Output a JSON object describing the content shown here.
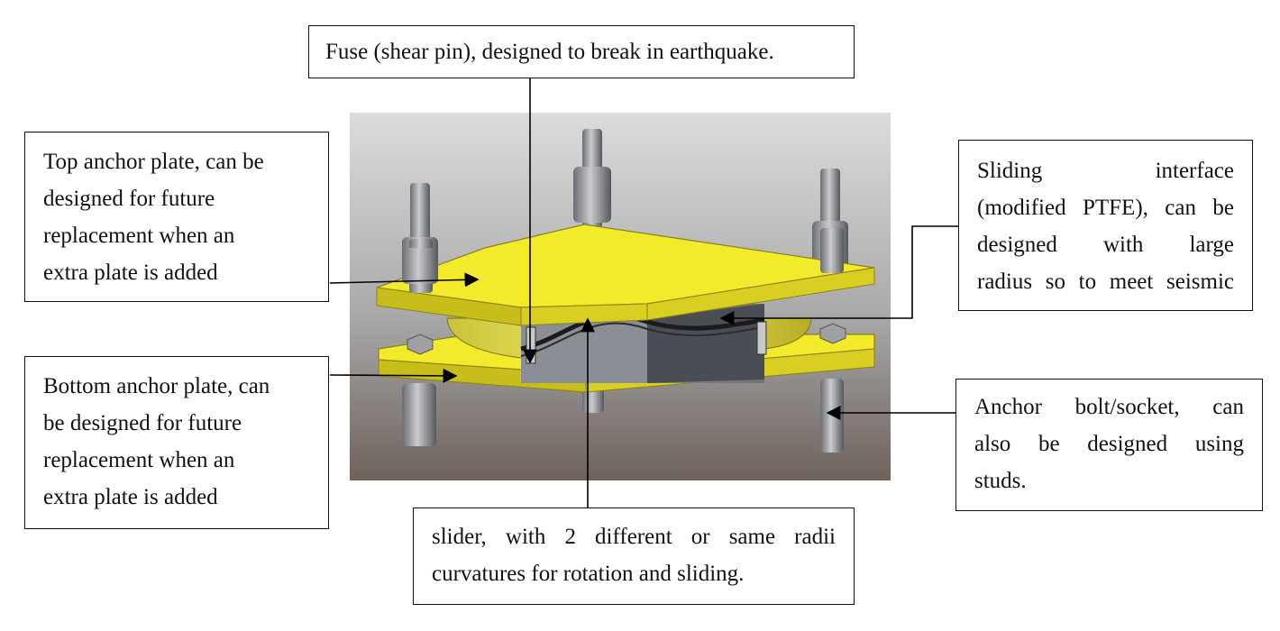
{
  "figure": {
    "image_alt": "Cutaway 3D render of a sliding seismic isolation bearing with yellow top and bottom anchor plates, anchor bolts with nuts, curved slider and shear pin",
    "plate_color": "#f2ea2a",
    "steel_color": "#8c8f95"
  },
  "labels": {
    "fuse": [
      "Fuse (shear pin), designed to break in earthquake."
    ],
    "top_plate": [
      "Top anchor plate, can be",
      "designed for future",
      "replacement when an",
      "extra plate is added"
    ],
    "bottom_plate": [
      "Bottom anchor plate, can",
      "be designed for future",
      "replacement when an",
      "extra plate is added"
    ],
    "sliding_interface": [
      "Sliding interface",
      "(modified PTFE), can be",
      "designed with large",
      "radius so to meet seismic"
    ],
    "anchor_bolt": [
      "Anchor bolt/socket, can",
      "also be designed using",
      "studs."
    ],
    "slider": [
      "slider, with 2 different or same radii",
      "curvatures for rotation and sliding."
    ]
  }
}
